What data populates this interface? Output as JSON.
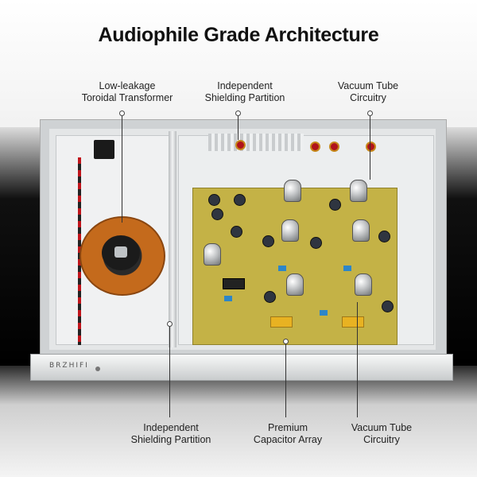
{
  "title": "Audiophile Grade Architecture",
  "callouts_top": [
    {
      "lines": [
        "Low-leakage",
        "Toroidal Transformer"
      ]
    },
    {
      "lines": [
        "Independent",
        "Shielding Partition"
      ]
    },
    {
      "lines": [
        "Vacuum Tube",
        "Circuitry"
      ]
    }
  ],
  "callouts_bottom": [
    {
      "lines": [
        "Independent",
        "Shielding Partition"
      ]
    },
    {
      "lines": [
        "Premium",
        "Capacitor Array"
      ]
    },
    {
      "lines": [
        "Vacuum Tube",
        "Circuitry"
      ]
    }
  ],
  "front_panel": {
    "brand": "BRZHIFI"
  },
  "colors": {
    "pcb": "#c4b246",
    "transformer_copper": "#c46a1c",
    "chassis": "#cfd2d4",
    "leader_line": "#333333"
  },
  "icons": [
    "toroidal-transformer",
    "vacuum-tube",
    "capacitor",
    "binding-post",
    "iec-inlet"
  ]
}
